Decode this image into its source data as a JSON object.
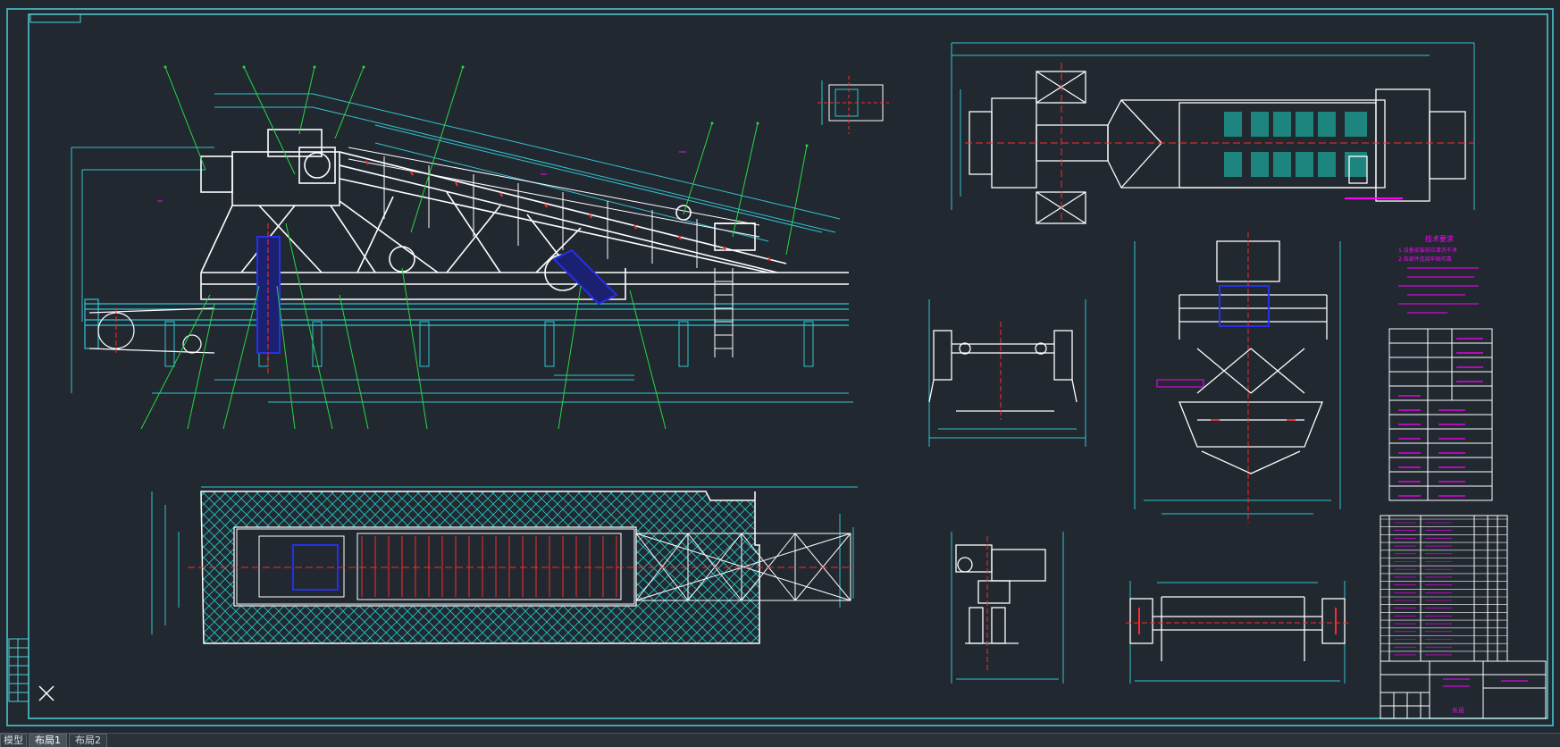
{
  "tabs": [
    {
      "label": "模型",
      "active": false
    },
    {
      "label": "布局1",
      "active": true
    },
    {
      "label": "布局2",
      "active": false
    }
  ],
  "colors": {
    "background": "#212830",
    "frame": "#4fd0d8",
    "linework": "#ffffff",
    "leader": "#26d843",
    "magenta": "#ff00ff",
    "dim": "#34c3cf",
    "blue": "#2530e8",
    "center": "#ff2a2a"
  },
  "drawing": {
    "frame_label": "",
    "tech_requirements": {
      "title": "技术要求",
      "lines": [
        "1.设备安装前应清洗干净",
        "2.各部件连接牢固可靠",
        "3.",
        "4.",
        "5.",
        "6."
      ]
    },
    "title_block": {
      "drawing_no": "",
      "name": "",
      "footer": "长运"
    }
  },
  "crosshair": "crosshair-icon"
}
